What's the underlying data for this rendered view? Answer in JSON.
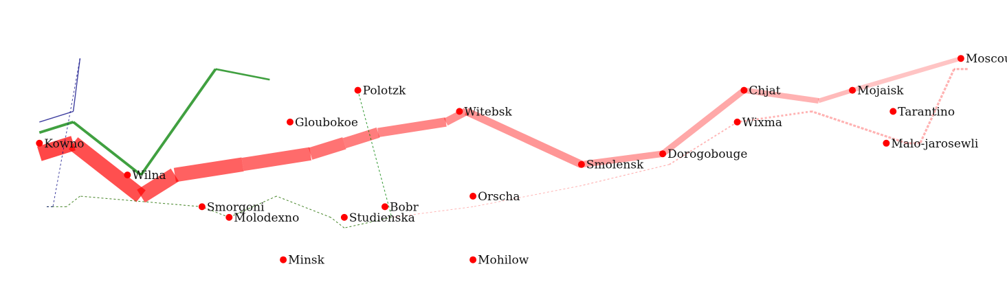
{
  "chart_data": {
    "type": "line",
    "title": "",
    "xlabel": "",
    "ylabel": "",
    "grid": false,
    "legend": "none",
    "xlim": [
      23.5,
      38.2
    ],
    "ylim": [
      53.6,
      56.3
    ],
    "cities": [
      {
        "name": "Kowno",
        "lon": 24.0,
        "lat": 55.0
      },
      {
        "name": "Wilna",
        "lon": 25.3,
        "lat": 54.7
      },
      {
        "name": "Smorgoni",
        "lon": 26.4,
        "lat": 54.4
      },
      {
        "name": "Molodexno",
        "lon": 26.8,
        "lat": 54.3
      },
      {
        "name": "Gloubokoe",
        "lon": 27.7,
        "lat": 55.2
      },
      {
        "name": "Minsk",
        "lon": 27.6,
        "lat": 53.9
      },
      {
        "name": "Studienska",
        "lon": 28.5,
        "lat": 54.3
      },
      {
        "name": "Polotzk",
        "lon": 28.7,
        "lat": 55.5
      },
      {
        "name": "Bobr",
        "lon": 29.1,
        "lat": 54.4
      },
      {
        "name": "Witebsk",
        "lon": 30.2,
        "lat": 55.3
      },
      {
        "name": "Orscha",
        "lon": 30.4,
        "lat": 54.5
      },
      {
        "name": "Mohilow",
        "lon": 30.4,
        "lat": 53.9
      },
      {
        "name": "Smolensk",
        "lon": 32.0,
        "lat": 54.8
      },
      {
        "name": "Dorogobouge",
        "lon": 33.2,
        "lat": 54.9
      },
      {
        "name": "Wixma",
        "lon": 34.3,
        "lat": 55.2
      },
      {
        "name": "Chjat",
        "lon": 34.4,
        "lat": 55.5
      },
      {
        "name": "Mojaisk",
        "lon": 36.0,
        "lat": 55.5
      },
      {
        "name": "Moscou",
        "lon": 37.6,
        "lat": 55.8
      },
      {
        "name": "Tarantino",
        "lon": 36.6,
        "lat": 55.3
      },
      {
        "name": "Malo-jarosewli",
        "lon": 36.5,
        "lat": 55.0
      }
    ],
    "series": [
      {
        "group": 1,
        "direction": "A",
        "color": "#ff0000",
        "points": [
          {
            "lon": 24.0,
            "lat": 54.9,
            "survivors": 340000
          },
          {
            "lon": 24.5,
            "lat": 55.0,
            "survivors": 340000
          },
          {
            "lon": 25.5,
            "lat": 54.5,
            "survivors": 340000
          },
          {
            "lon": 26.0,
            "lat": 54.7,
            "survivors": 320000
          },
          {
            "lon": 27.0,
            "lat": 54.8,
            "survivors": 300000
          },
          {
            "lon": 28.0,
            "lat": 54.9,
            "survivors": 280000
          },
          {
            "lon": 28.5,
            "lat": 55.0,
            "survivors": 240000
          },
          {
            "lon": 29.0,
            "lat": 55.1,
            "survivors": 210000
          },
          {
            "lon": 30.0,
            "lat": 55.2,
            "survivors": 180000
          },
          {
            "lon": 30.3,
            "lat": 55.3,
            "survivors": 175000
          },
          {
            "lon": 32.0,
            "lat": 54.8,
            "survivors": 145000
          },
          {
            "lon": 33.2,
            "lat": 54.9,
            "survivors": 140000
          },
          {
            "lon": 34.4,
            "lat": 55.5,
            "survivors": 127100
          },
          {
            "lon": 35.5,
            "lat": 55.4,
            "survivors": 100000
          },
          {
            "lon": 36.0,
            "lat": 55.5,
            "survivors": 100000
          },
          {
            "lon": 37.6,
            "lat": 55.8,
            "survivors": 100000
          }
        ]
      },
      {
        "group": 1,
        "direction": "R",
        "color": "#ff0000",
        "points": [
          {
            "lon": 37.7,
            "lat": 55.7,
            "survivors": 100000
          },
          {
            "lon": 37.5,
            "lat": 55.7,
            "survivors": 98000
          },
          {
            "lon": 37.0,
            "lat": 55.0,
            "survivors": 97000
          },
          {
            "lon": 36.8,
            "lat": 55.0,
            "survivors": 96000
          },
          {
            "lon": 35.4,
            "lat": 55.3,
            "survivors": 87000
          },
          {
            "lon": 34.3,
            "lat": 55.2,
            "survivors": 55000
          },
          {
            "lon": 33.3,
            "lat": 54.8,
            "survivors": 37000
          },
          {
            "lon": 32.0,
            "lat": 54.6,
            "survivors": 24000
          },
          {
            "lon": 30.4,
            "lat": 54.4,
            "survivors": 20000
          },
          {
            "lon": 29.2,
            "lat": 54.3,
            "survivors": 20000
          },
          {
            "lon": 28.5,
            "lat": 54.2,
            "survivors": 20000
          },
          {
            "lon": 28.3,
            "lat": 54.3,
            "survivors": 20000
          },
          {
            "lon": 27.5,
            "lat": 54.5,
            "survivors": 20000
          },
          {
            "lon": 26.8,
            "lat": 54.3,
            "survivors": 12000
          },
          {
            "lon": 26.4,
            "lat": 54.4,
            "survivors": 14000
          },
          {
            "lon": 24.6,
            "lat": 54.5,
            "survivors": 8000
          },
          {
            "lon": 24.4,
            "lat": 54.4,
            "survivors": 4000
          },
          {
            "lon": 24.2,
            "lat": 54.4,
            "survivors": 4000
          },
          {
            "lon": 24.1,
            "lat": 54.4,
            "survivors": 4000
          }
        ]
      },
      {
        "group": 2,
        "direction": "A",
        "color": "#008000",
        "points": [
          {
            "lon": 24.0,
            "lat": 55.1,
            "survivors": 60000
          },
          {
            "lon": 24.5,
            "lat": 55.2,
            "survivors": 60000
          },
          {
            "lon": 25.5,
            "lat": 54.7,
            "survivors": 60000
          },
          {
            "lon": 26.6,
            "lat": 55.7,
            "survivors": 40000
          },
          {
            "lon": 27.4,
            "lat": 55.6,
            "survivors": 33000
          }
        ]
      },
      {
        "group": 2,
        "direction": "R",
        "color": "#008000",
        "points": [
          {
            "lon": 28.7,
            "lat": 55.5,
            "survivors": 33000
          },
          {
            "lon": 29.2,
            "lat": 54.3,
            "survivors": 30000
          },
          {
            "lon": 28.5,
            "lat": 54.2,
            "survivors": 30000
          },
          {
            "lon": 28.3,
            "lat": 54.3,
            "survivors": 28000
          },
          {
            "lon": 27.5,
            "lat": 54.5,
            "survivors": 28000
          },
          {
            "lon": 26.8,
            "lat": 54.3,
            "survivors": 12000
          },
          {
            "lon": 26.4,
            "lat": 54.4,
            "survivors": 12000
          },
          {
            "lon": 24.6,
            "lat": 54.5,
            "survivors": 12000
          },
          {
            "lon": 24.4,
            "lat": 54.4,
            "survivors": 12000
          },
          {
            "lon": 24.2,
            "lat": 54.4,
            "survivors": 12000
          },
          {
            "lon": 24.1,
            "lat": 54.4,
            "survivors": 12000
          }
        ]
      },
      {
        "group": 3,
        "direction": "A",
        "color": "#000080",
        "points": [
          {
            "lon": 24.0,
            "lat": 55.2,
            "survivors": 22000
          },
          {
            "lon": 24.5,
            "lat": 55.3,
            "survivors": 22000
          },
          {
            "lon": 24.6,
            "lat": 55.8,
            "survivors": 6000
          }
        ]
      },
      {
        "group": 3,
        "direction": "R",
        "color": "#000080",
        "points": [
          {
            "lon": 24.6,
            "lat": 55.8,
            "survivors": 6000
          },
          {
            "lon": 24.2,
            "lat": 54.4,
            "survivors": 6000
          },
          {
            "lon": 24.1,
            "lat": 54.4,
            "survivors": 6000
          }
        ]
      }
    ]
  }
}
